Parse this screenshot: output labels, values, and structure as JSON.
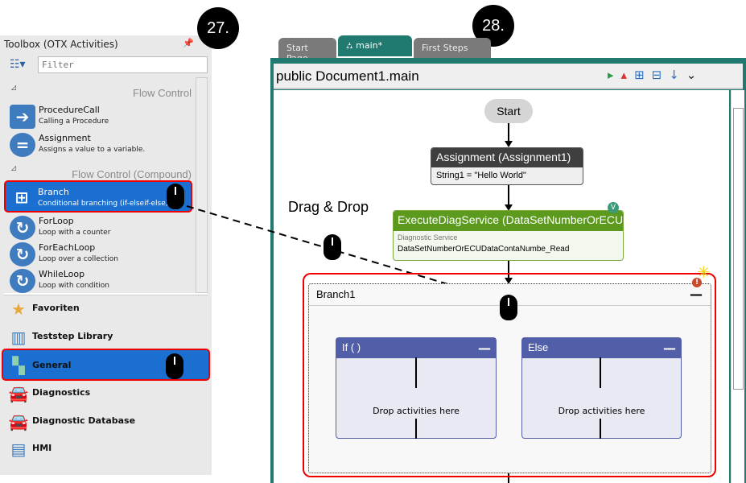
{
  "callouts": [
    "27.",
    "28."
  ],
  "toolbox": {
    "title": "Toolbox (OTX Activities)",
    "filter_placeholder": "Filter",
    "groups": [
      {
        "label": "Flow Control"
      },
      {
        "label": "Flow Control (Compound)"
      }
    ],
    "items": [
      {
        "name": "ProcedureCall",
        "desc": "Calling a Procedure",
        "icon": "arrow-right-icon"
      },
      {
        "name": "Assignment",
        "desc": "Assigns a value to a variable.",
        "icon": "equals-icon"
      },
      {
        "name": "Branch",
        "desc": "Conditional branching (if-elseif-else)",
        "icon": "branch-icon",
        "selected": true
      },
      {
        "name": "ForLoop",
        "desc": "Loop with a counter",
        "icon": "loop-icon"
      },
      {
        "name": "ForEachLoop",
        "desc": "Loop over a collection",
        "icon": "loop-icon"
      },
      {
        "name": "WhileLoop",
        "desc": "Loop with condition",
        "icon": "loop-icon"
      }
    ],
    "categories": [
      {
        "label": "Favoriten",
        "icon": "star-icon"
      },
      {
        "label": "Teststep Library",
        "icon": "books-icon"
      },
      {
        "label": "General",
        "icon": "blocks-icon",
        "selected": true
      },
      {
        "label": "Diagnostics",
        "icon": "car-icon"
      },
      {
        "label": "Diagnostic Database",
        "icon": "car-database-icon"
      },
      {
        "label": "HMI",
        "icon": "window-icon"
      }
    ]
  },
  "tabs": [
    {
      "label": "Start Page"
    },
    {
      "label": "main*",
      "active": true
    },
    {
      "label": "First Steps"
    }
  ],
  "designer": {
    "title": "public Document1.main",
    "start": "Start",
    "assignment": {
      "title": "Assignment (Assignment1)",
      "body": "String1 = \"Hello World\""
    },
    "exec": {
      "title": "ExecuteDiagService (DataSetNumberOrECUData...",
      "label": "Diagnostic Service",
      "value": "DataSetNumberOrECUDataContaNumbe_Read",
      "badge": "V"
    },
    "branch": {
      "title": "Branch1",
      "if": "If ( )",
      "else": "Else",
      "drop": "Drop activities here"
    }
  },
  "annotation": "Drag & Drop",
  "colors": {
    "accent": "#217a70",
    "selection": "#1a6fd1",
    "highlight": "#e00000",
    "exec": "#5c9a1e",
    "section": "#515ea8"
  }
}
